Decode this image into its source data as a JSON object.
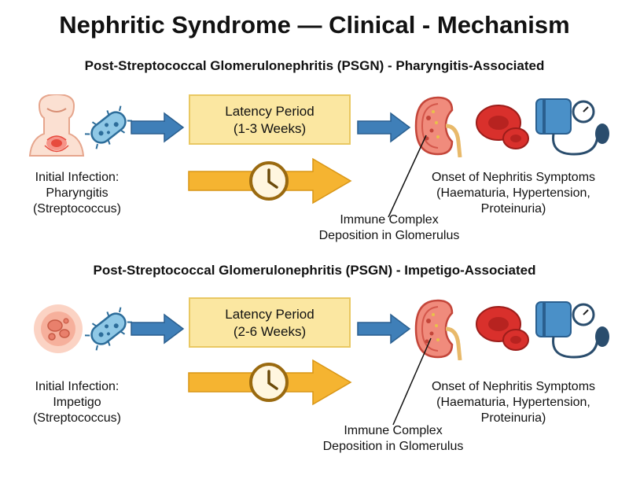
{
  "title": "Nephritic Syndrome — Clinical - Mechanism",
  "sections": [
    {
      "subtitle": "Post-Streptococcal Glomerulonephritis (PSGN) - Pharyngitis-Associated",
      "latency": {
        "line1": "Latency Period",
        "line2": "(1-3 Weeks)"
      },
      "infection": {
        "line1": "Initial Infection:",
        "line2": "Pharyngitis",
        "line3": "(Streptococcus)"
      },
      "immune": {
        "line1": "Immune Complex",
        "line2": "Deposition in Glomerulus"
      },
      "onset": {
        "line1": "Onset of Nephritis Symptoms",
        "line2": "(Haematuria, Hypertension,",
        "line3": "Proteinuria)"
      },
      "infection_icon": "inflamed-throat-icon"
    },
    {
      "subtitle": "Post-Streptococcal Glomerulonephritis (PSGN) - Impetigo-Associated",
      "latency": {
        "line1": "Latency Period",
        "line2": "(2-6 Weeks)"
      },
      "infection": {
        "line1": "Initial Infection:",
        "line2": "Impetigo",
        "line3": "(Streptococcus)"
      },
      "immune": {
        "line1": "Immune Complex",
        "line2": "Deposition in Glomerulus"
      },
      "onset": {
        "line1": "Onset of Nephritis Symptoms",
        "line2": "(Haematuria, Hypertension,",
        "line3": "Proteinuria)"
      },
      "infection_icon": "skin-lesion-icon"
    }
  ],
  "colors": {
    "blue_arrow": "#3f7fb8",
    "orange_arrow": "#f5b431",
    "latency_box": "#fbe7a1",
    "kidney": "#e8685a",
    "rbc": "#d9302c",
    "cuff": "#4a90c8"
  }
}
